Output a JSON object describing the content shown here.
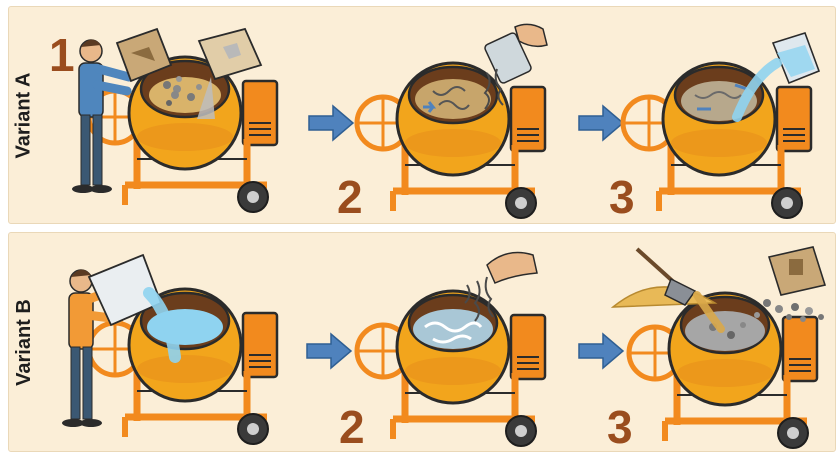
{
  "variants": [
    {
      "label": "Variant A",
      "steps": [
        "1",
        "2",
        "3"
      ]
    },
    {
      "label": "Variant B",
      "steps": [
        "",
        "2",
        "3"
      ]
    }
  ],
  "colors": {
    "panel_bg": "#fbeed7",
    "drum": "#f2a51c",
    "frame": "#f28a1e",
    "step_number": "#9a4d1e",
    "arrow": "#4f82bd",
    "water": "#8fd3f0",
    "shirt_a": "#4f86bd",
    "shirt_b": "#f29a36"
  },
  "icons": [
    "arrow-right-icon",
    "worker-icon",
    "cement-bag-icon",
    "gravel-icon",
    "water-bucket-icon",
    "fiber-hand-icon",
    "shovel-icon",
    "sand-pile-icon"
  ]
}
